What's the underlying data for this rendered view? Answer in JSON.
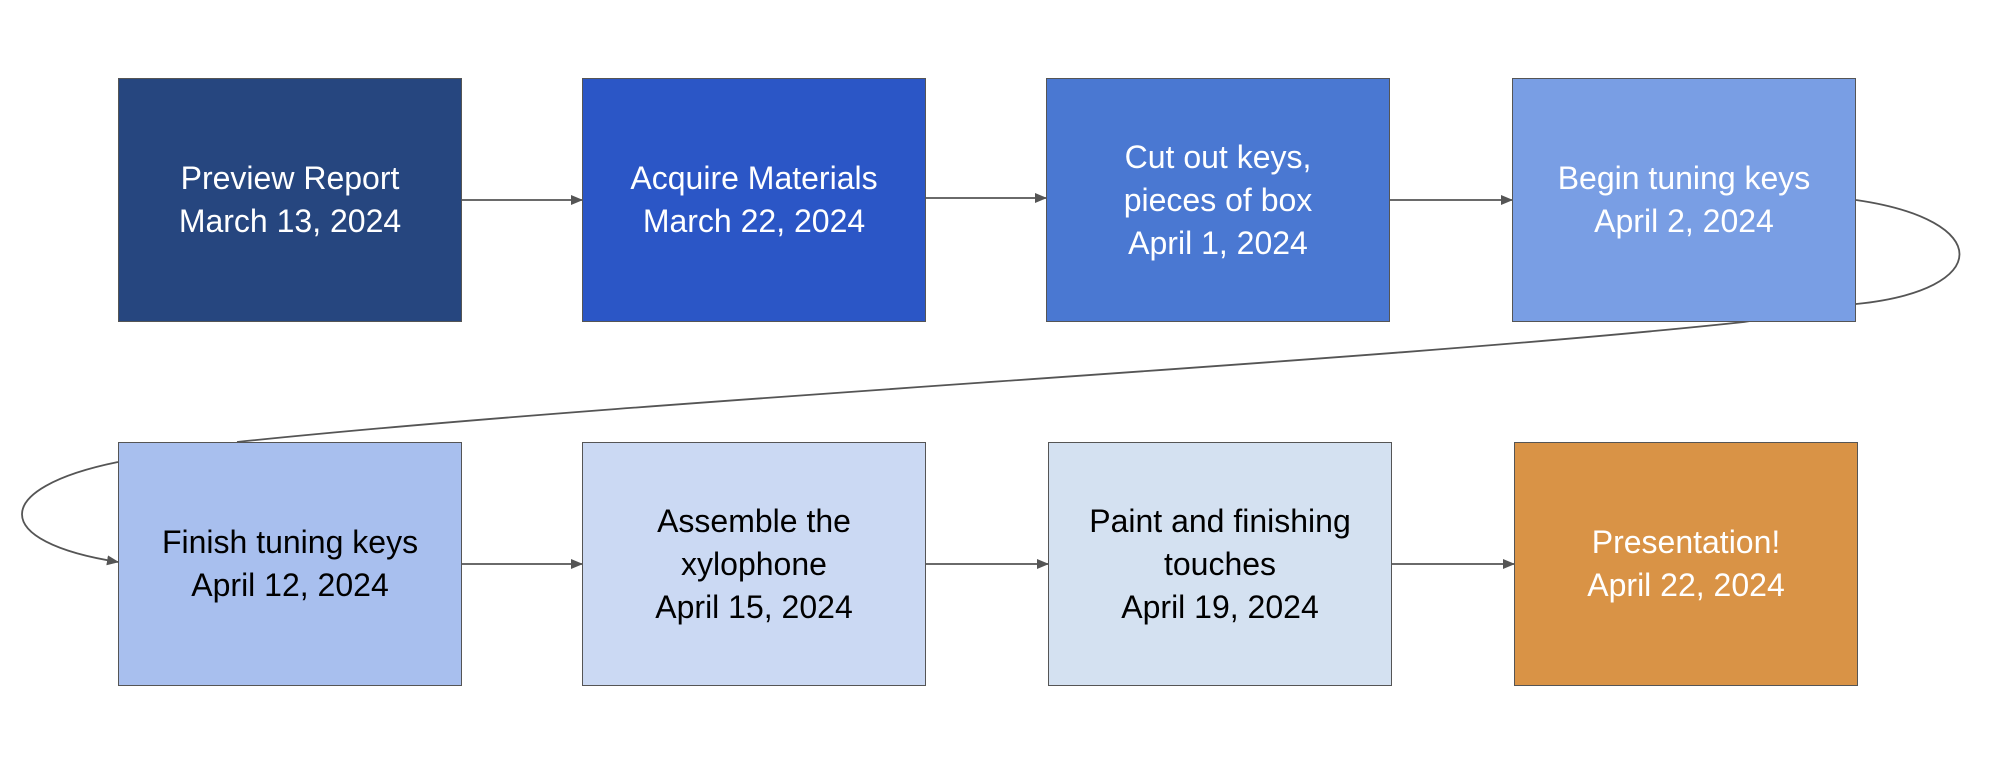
{
  "diagram": {
    "steps": [
      {
        "id": "preview",
        "lines": [
          "Preview Report",
          "March 13, 2024"
        ]
      },
      {
        "id": "materials",
        "lines": [
          "Acquire Materials",
          "March 22, 2024"
        ]
      },
      {
        "id": "cut",
        "lines": [
          "Cut out keys,",
          "pieces of box",
          "April 1, 2024"
        ]
      },
      {
        "id": "begin-tuning",
        "lines": [
          "Begin tuning keys",
          "April 2, 2024"
        ]
      },
      {
        "id": "finish-tuning",
        "lines": [
          "Finish tuning keys",
          "April 12, 2024"
        ]
      },
      {
        "id": "assemble",
        "lines": [
          "Assemble the",
          "xylophone",
          "April 15, 2024"
        ]
      },
      {
        "id": "paint",
        "lines": [
          "Paint and finishing",
          "touches",
          "April 19, 2024"
        ]
      },
      {
        "id": "presentation",
        "lines": [
          "Presentation!",
          "April 22, 2024"
        ]
      }
    ],
    "colors": {
      "step_fill": [
        "#26467f",
        "#2b56c6",
        "#4a78d2",
        "#799ee4",
        "#a8bfee",
        "#cbd9f3",
        "#d4e1f1",
        "#d99346"
      ],
      "connector": "#555555",
      "box_border": "#555555"
    }
  }
}
